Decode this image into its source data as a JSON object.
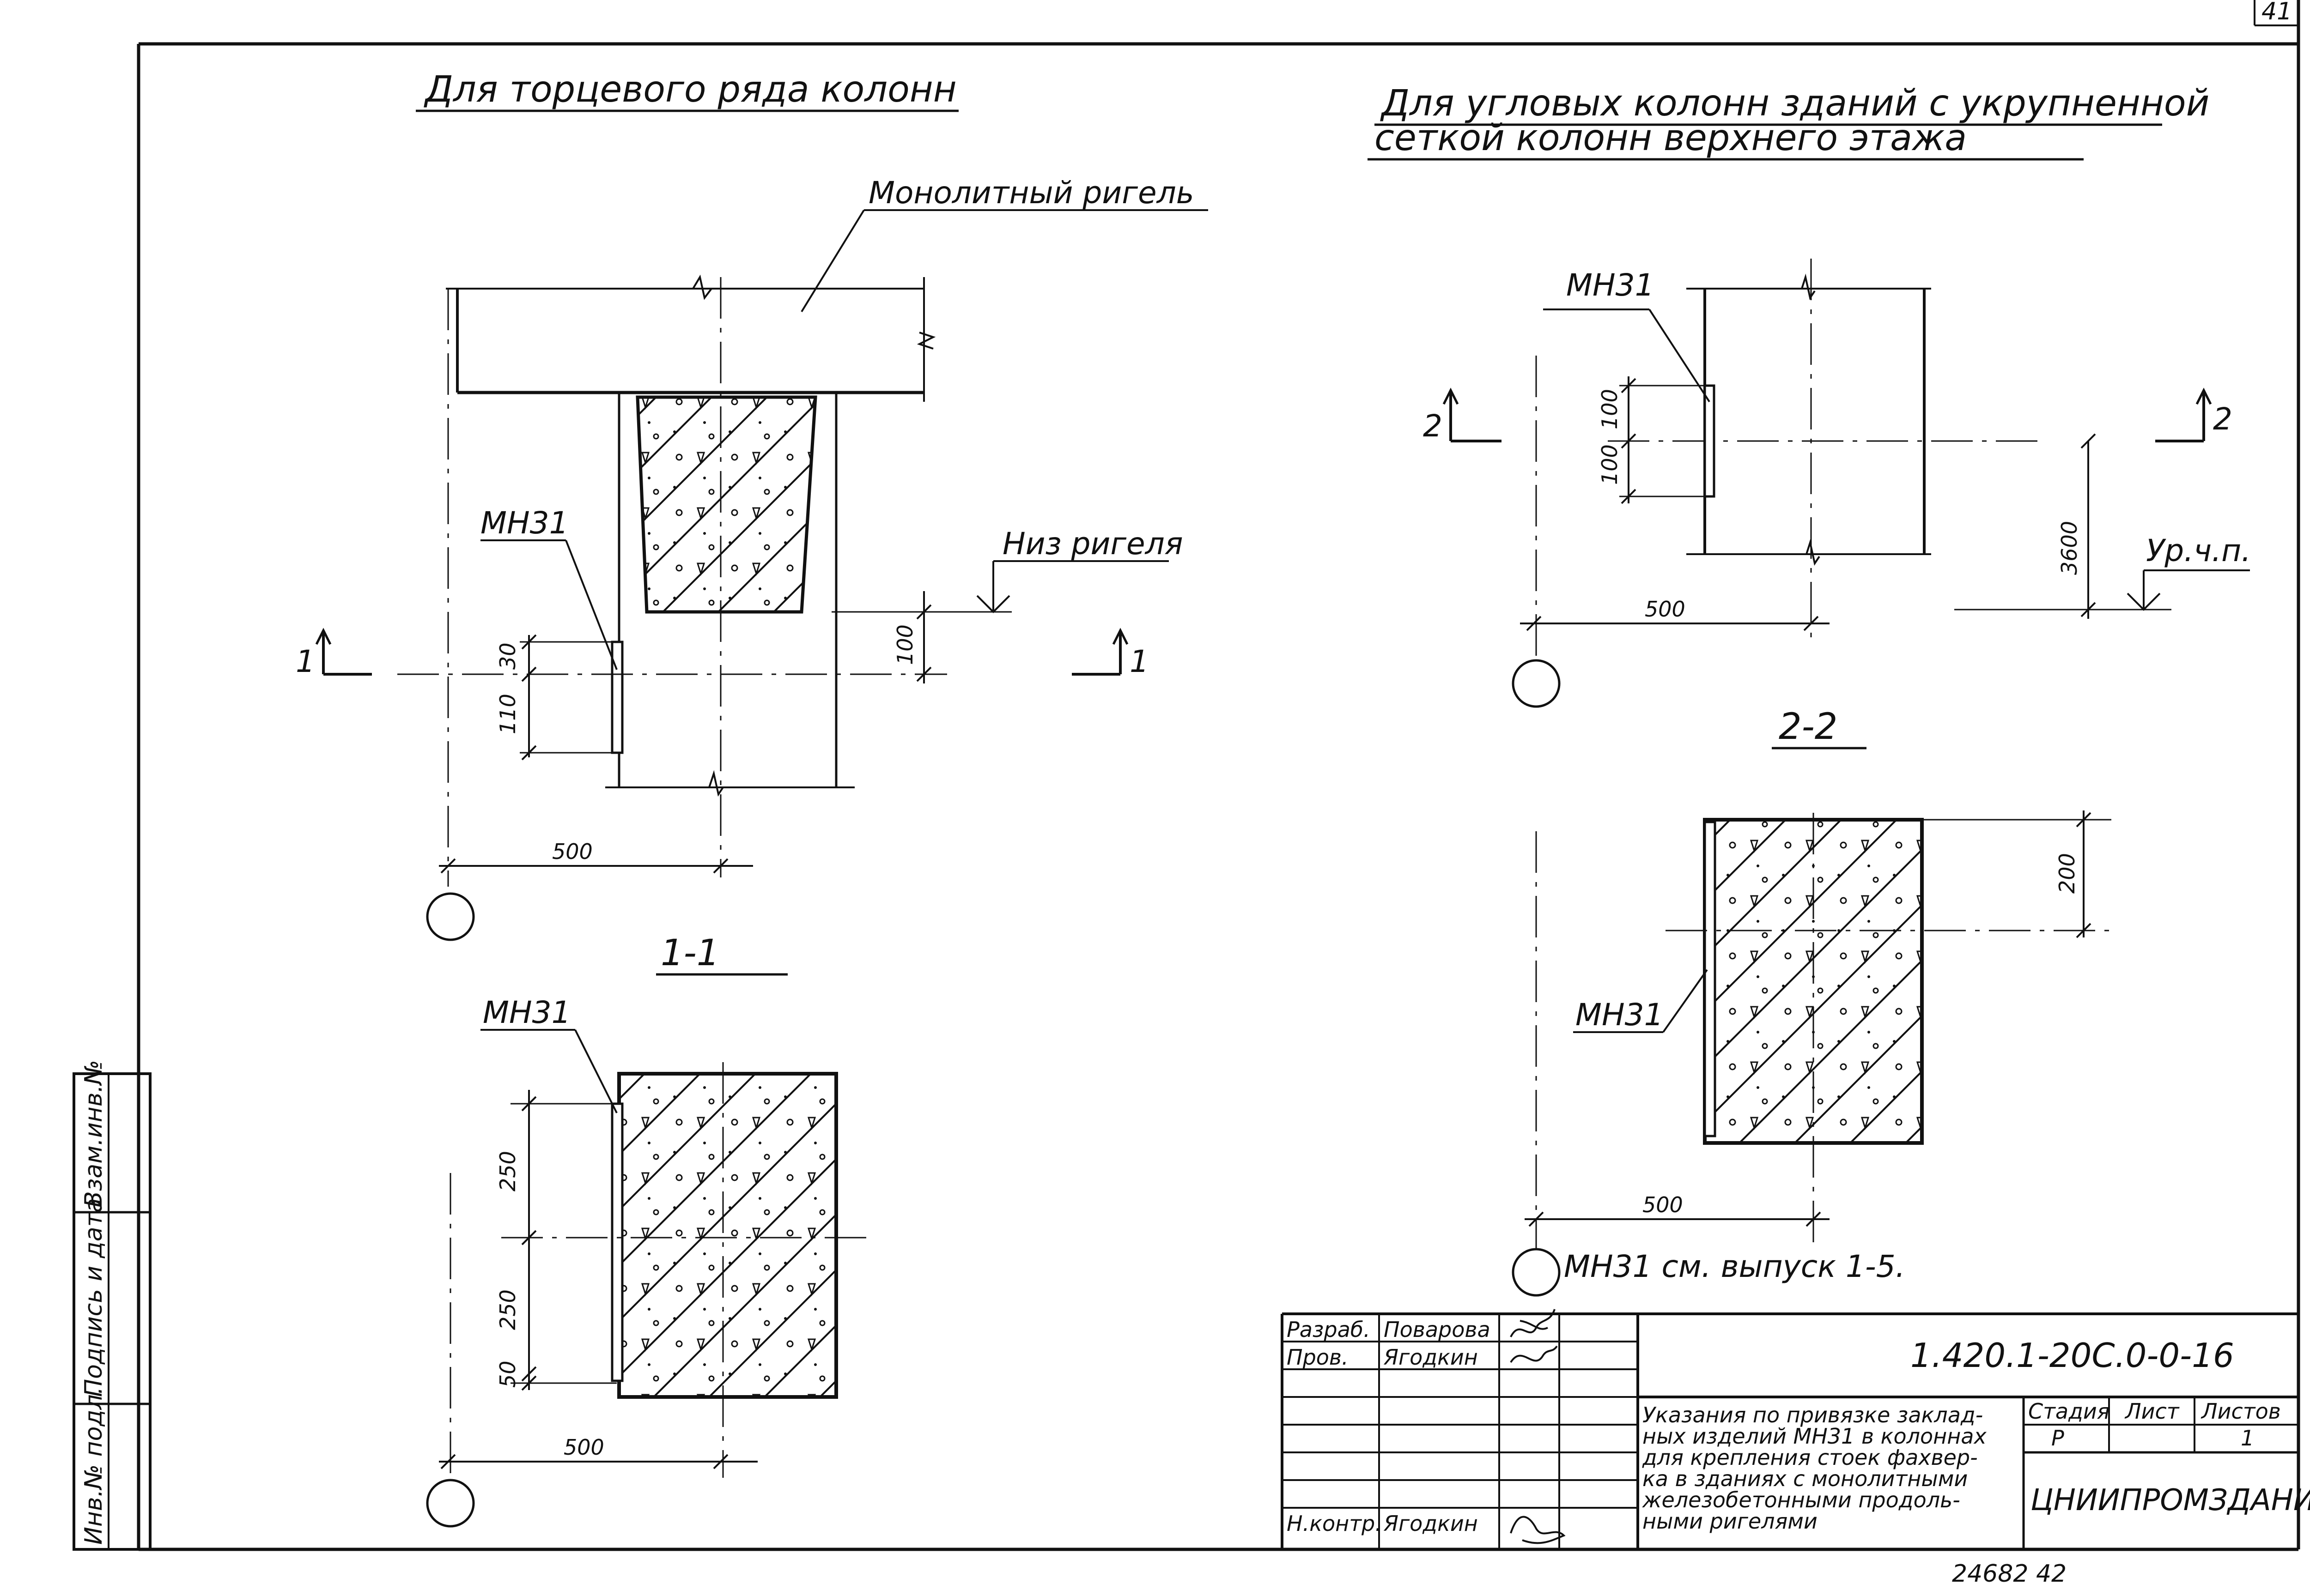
{
  "sheet_number": "41",
  "bottom_number": "24682 42",
  "left_panel": {
    "title": "Для торцевого ряда колонн",
    "beam_label": "Монолитный ригель",
    "part_label": "МН31",
    "beam_bottom_label": "Низ ригеля",
    "dim_30": "30",
    "dim_110": "110",
    "dim_100": "100",
    "dim_500": "500",
    "cut_mark": "1",
    "section_title": "1-1",
    "section": {
      "part_label": "МН31",
      "dim_250_top": "250",
      "dim_250_bottom": "250",
      "dim_50": "50",
      "dim_500": "500"
    }
  },
  "right_panel": {
    "title_line1": "Для угловых колонн зданий с укрупненной",
    "title_line2": "сеткой колонн верхнего этажа",
    "part_label": "МН31",
    "dim_100_top": "100",
    "dim_100_bottom": "100",
    "dim_3600": "3600",
    "dim_500": "500",
    "floor_label": "Ур.ч.п.",
    "cut_mark": "2",
    "section_title": "2-2",
    "section": {
      "part_label": "МН31",
      "dim_200": "200",
      "dim_500": "500"
    },
    "note": "МН31 см. выпуск 1-5."
  },
  "side_stamp": {
    "cells": [
      "Инв.№ подл.",
      "Подпись и дата",
      "Взам.инв.№"
    ]
  },
  "title_block": {
    "designation": "1.420.1-20С.0-0-16",
    "rows": [
      {
        "role": "Разраб.",
        "name": "Поварова"
      },
      {
        "role": "Пров.",
        "name": "Ягодкин"
      },
      {
        "role": "",
        "name": ""
      },
      {
        "role": "",
        "name": ""
      },
      {
        "role": "",
        "name": ""
      },
      {
        "role": "",
        "name": ""
      },
      {
        "role": "Н.контр.",
        "name": "Ягодкин"
      }
    ],
    "description": [
      "Указания по привязке заклад-",
      "ных изделий МН31 в колоннах",
      "для крепления стоек фахвер-",
      "ка в зданиях с монолитными",
      "железобетонными продоль-",
      "ными ригелями"
    ],
    "stage_header": "Стадия",
    "sheet_header": "Лист",
    "sheets_header": "Листов",
    "stage_value": "Р",
    "sheet_value": "",
    "sheets_value": "1",
    "organization": "ЦНИИПРОМЗДАНИЙ"
  }
}
